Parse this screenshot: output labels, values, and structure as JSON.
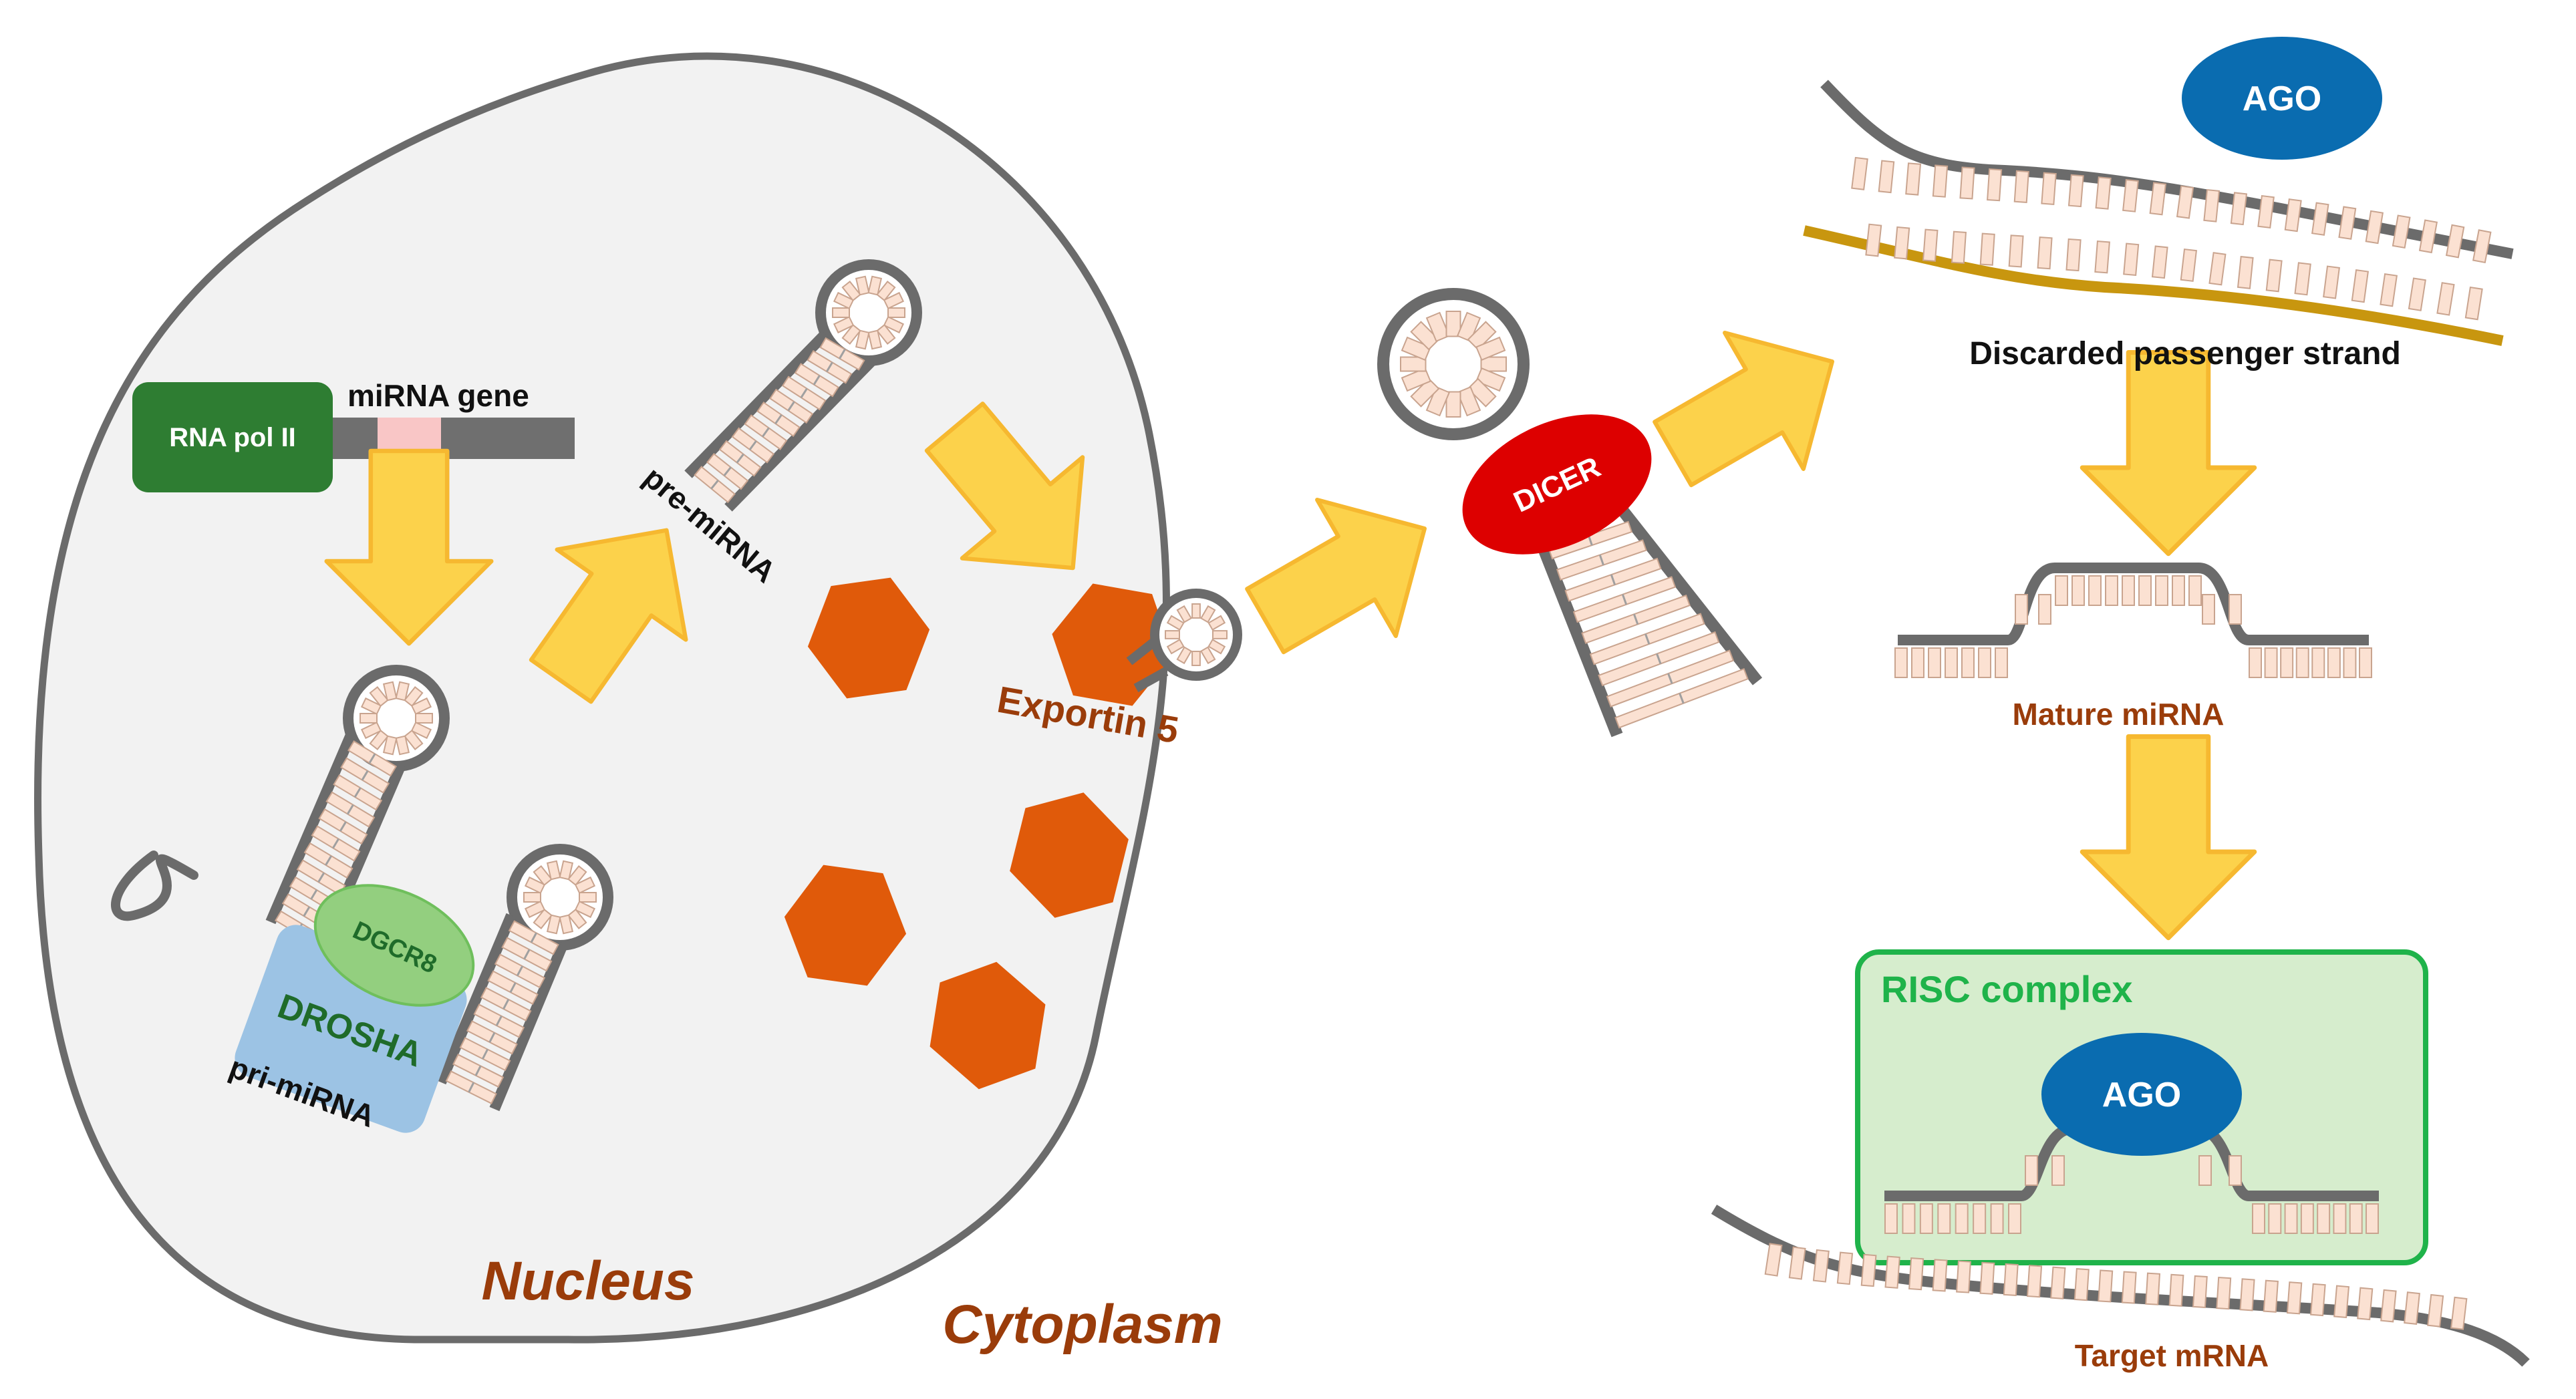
{
  "labels": {
    "rna_pol": "RNA pol II",
    "mirna_gene": "miRNA gene",
    "pre_mirna": "pre-miRNA",
    "pri_mirna": "pri-miRNA",
    "drosha": "DROSHA",
    "dgcr8": "DGCR8",
    "exportin": "Exportin 5",
    "dicer": "DICER",
    "ago_top": "AGO",
    "ago_risc": "AGO",
    "passenger": "Discarded passenger strand",
    "mature": "Mature miRNA",
    "risc": "RISC complex",
    "target": "Target mRNA",
    "nucleus": "Nucleus",
    "cytoplasm": "Cytoplasm"
  },
  "colors": {
    "strand": "#6f6f6f",
    "base": "#fbe1d2",
    "base_stroke": "#c9a48f",
    "rna_pol": "#2e7d32",
    "dgcr8": "#93cf7f",
    "drosha": "#9cc3e4",
    "exportin": "#e05a0a",
    "dicer": "#dd0000",
    "ago": "#0a6cb0",
    "arrow": "#fcd24b",
    "arrow_edge": "#f6b830",
    "risc_fill": "#d6edcd",
    "risc_border": "#1fb34a",
    "passenger": "#c8960f",
    "brown_text": "#9a3c0a",
    "gene_seg": "#f9c6c6"
  }
}
